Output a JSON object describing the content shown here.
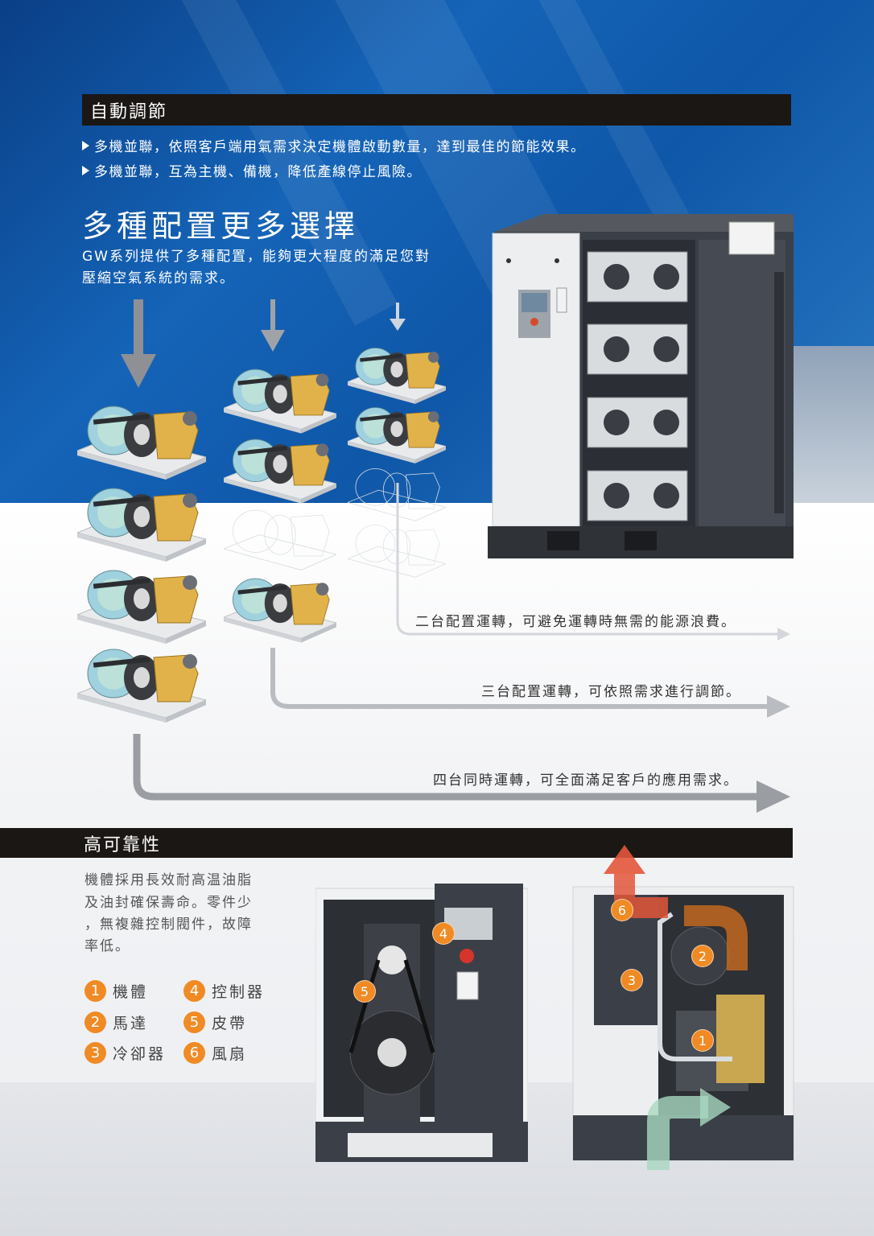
{
  "section_auto": {
    "title": "自動調節",
    "bullets": [
      "多機並聯，依照客戶端用氣需求決定機體啟動數量，達到最佳的節能效果。",
      "多機並聯，互為主機、備機，降低產線停止風險。"
    ]
  },
  "section_config": {
    "title": "多種配置更多選擇",
    "subtitle_lines": [
      "GW系列提供了多種配置，能夠更大程度的滿足您對",
      "壓縮空氣系統的需求。"
    ],
    "flows": [
      "二台配置運轉，可避免運轉時無需的能源浪費。",
      "三台配置運轉，可依照需求進行調節。",
      "四台同時運轉，可全面滿足客戶的應用需求。"
    ]
  },
  "section_reliability": {
    "title": "高可靠性",
    "description_lines": [
      "機體採用長效耐高温油脂",
      "及油封確保壽命。零件少",
      "，無複雜控制閥件，故障",
      "率低。"
    ],
    "legend": [
      {
        "num": "1",
        "label": "機體"
      },
      {
        "num": "2",
        "label": "馬達"
      },
      {
        "num": "3",
        "label": "冷卻器"
      },
      {
        "num": "4",
        "label": "控制器"
      },
      {
        "num": "5",
        "label": "皮帶"
      },
      {
        "num": "6",
        "label": "風扇"
      }
    ],
    "callouts_left": [
      "4",
      "5"
    ],
    "callouts_right": [
      "6",
      "2",
      "3",
      "1"
    ]
  },
  "colors": {
    "band": "#1b1714",
    "accent_orange": "#f08a24",
    "blue_bg": "#1564b8",
    "cabinet_dark": "#3b4048",
    "flow_arrow": "#a9abae"
  }
}
